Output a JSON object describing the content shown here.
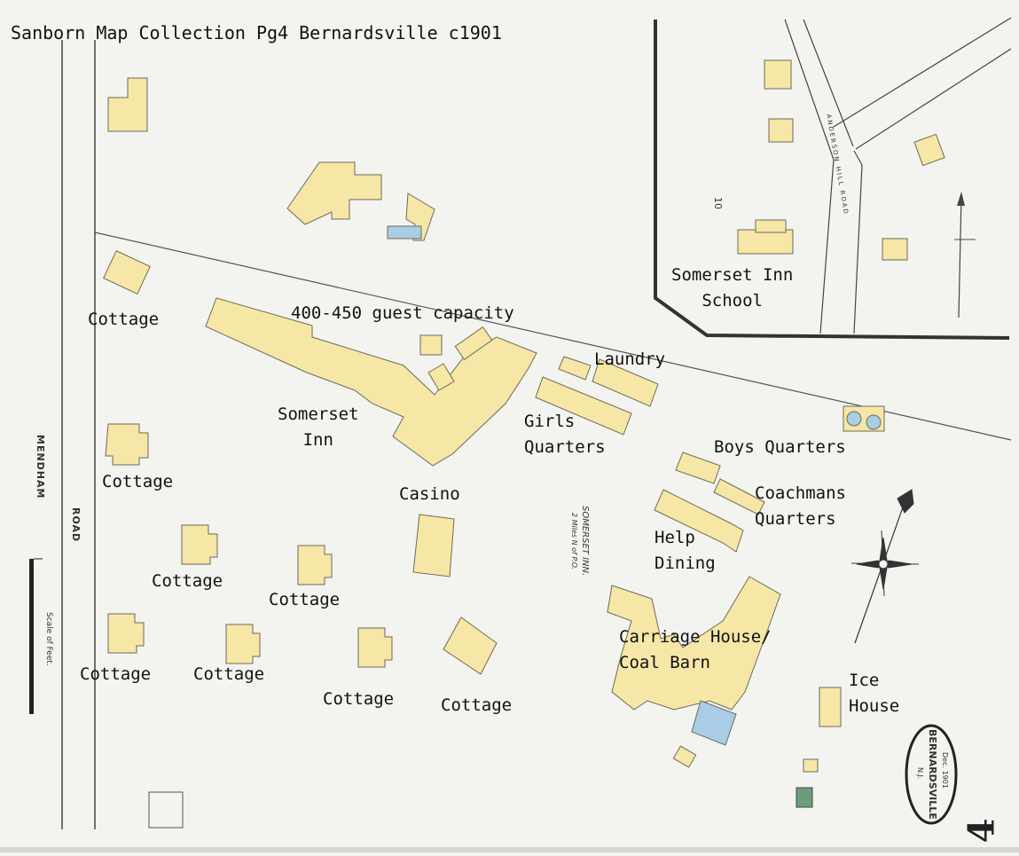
{
  "title": "Sanborn Map Collection Pg4 Bernardsville c1901",
  "colors": {
    "paper": "#f3f3ef",
    "frame_building": "#f6e7a6",
    "masonry_building": "#a9cde4",
    "green_building": "#6e9c7a",
    "outline": "#6d6a5a"
  },
  "labels": {
    "cottage": "Cottage",
    "capacity": "400-450 guest capacity",
    "inn": "Somerset\nInn",
    "laundry": "Laundry",
    "girls": "Girls\nQuarters",
    "boys": "Boys Quarters",
    "coachmans": "Coachmans\nQuarters",
    "help_dining": "Help\nDining",
    "casino": "Casino",
    "carriage": "Carriage House/\nCoal Barn",
    "ice_house": "Ice\nHouse",
    "school": "Somerset Inn\nSchool"
  },
  "roads": {
    "mendham": "MENDHAM",
    "road": "ROAD",
    "anderson_hill": "ANDERSON HILL ROAD"
  },
  "scale_label": "Scale of Feet.",
  "inset_number": "10",
  "stamp": {
    "date": "Dec. 1901",
    "town": "BERNARDSVILLE",
    "state": "N.J."
  },
  "page_number": "4",
  "map_note_title": "SOMERSET INN.",
  "map_note_sub": "2 Miles N of P.O."
}
